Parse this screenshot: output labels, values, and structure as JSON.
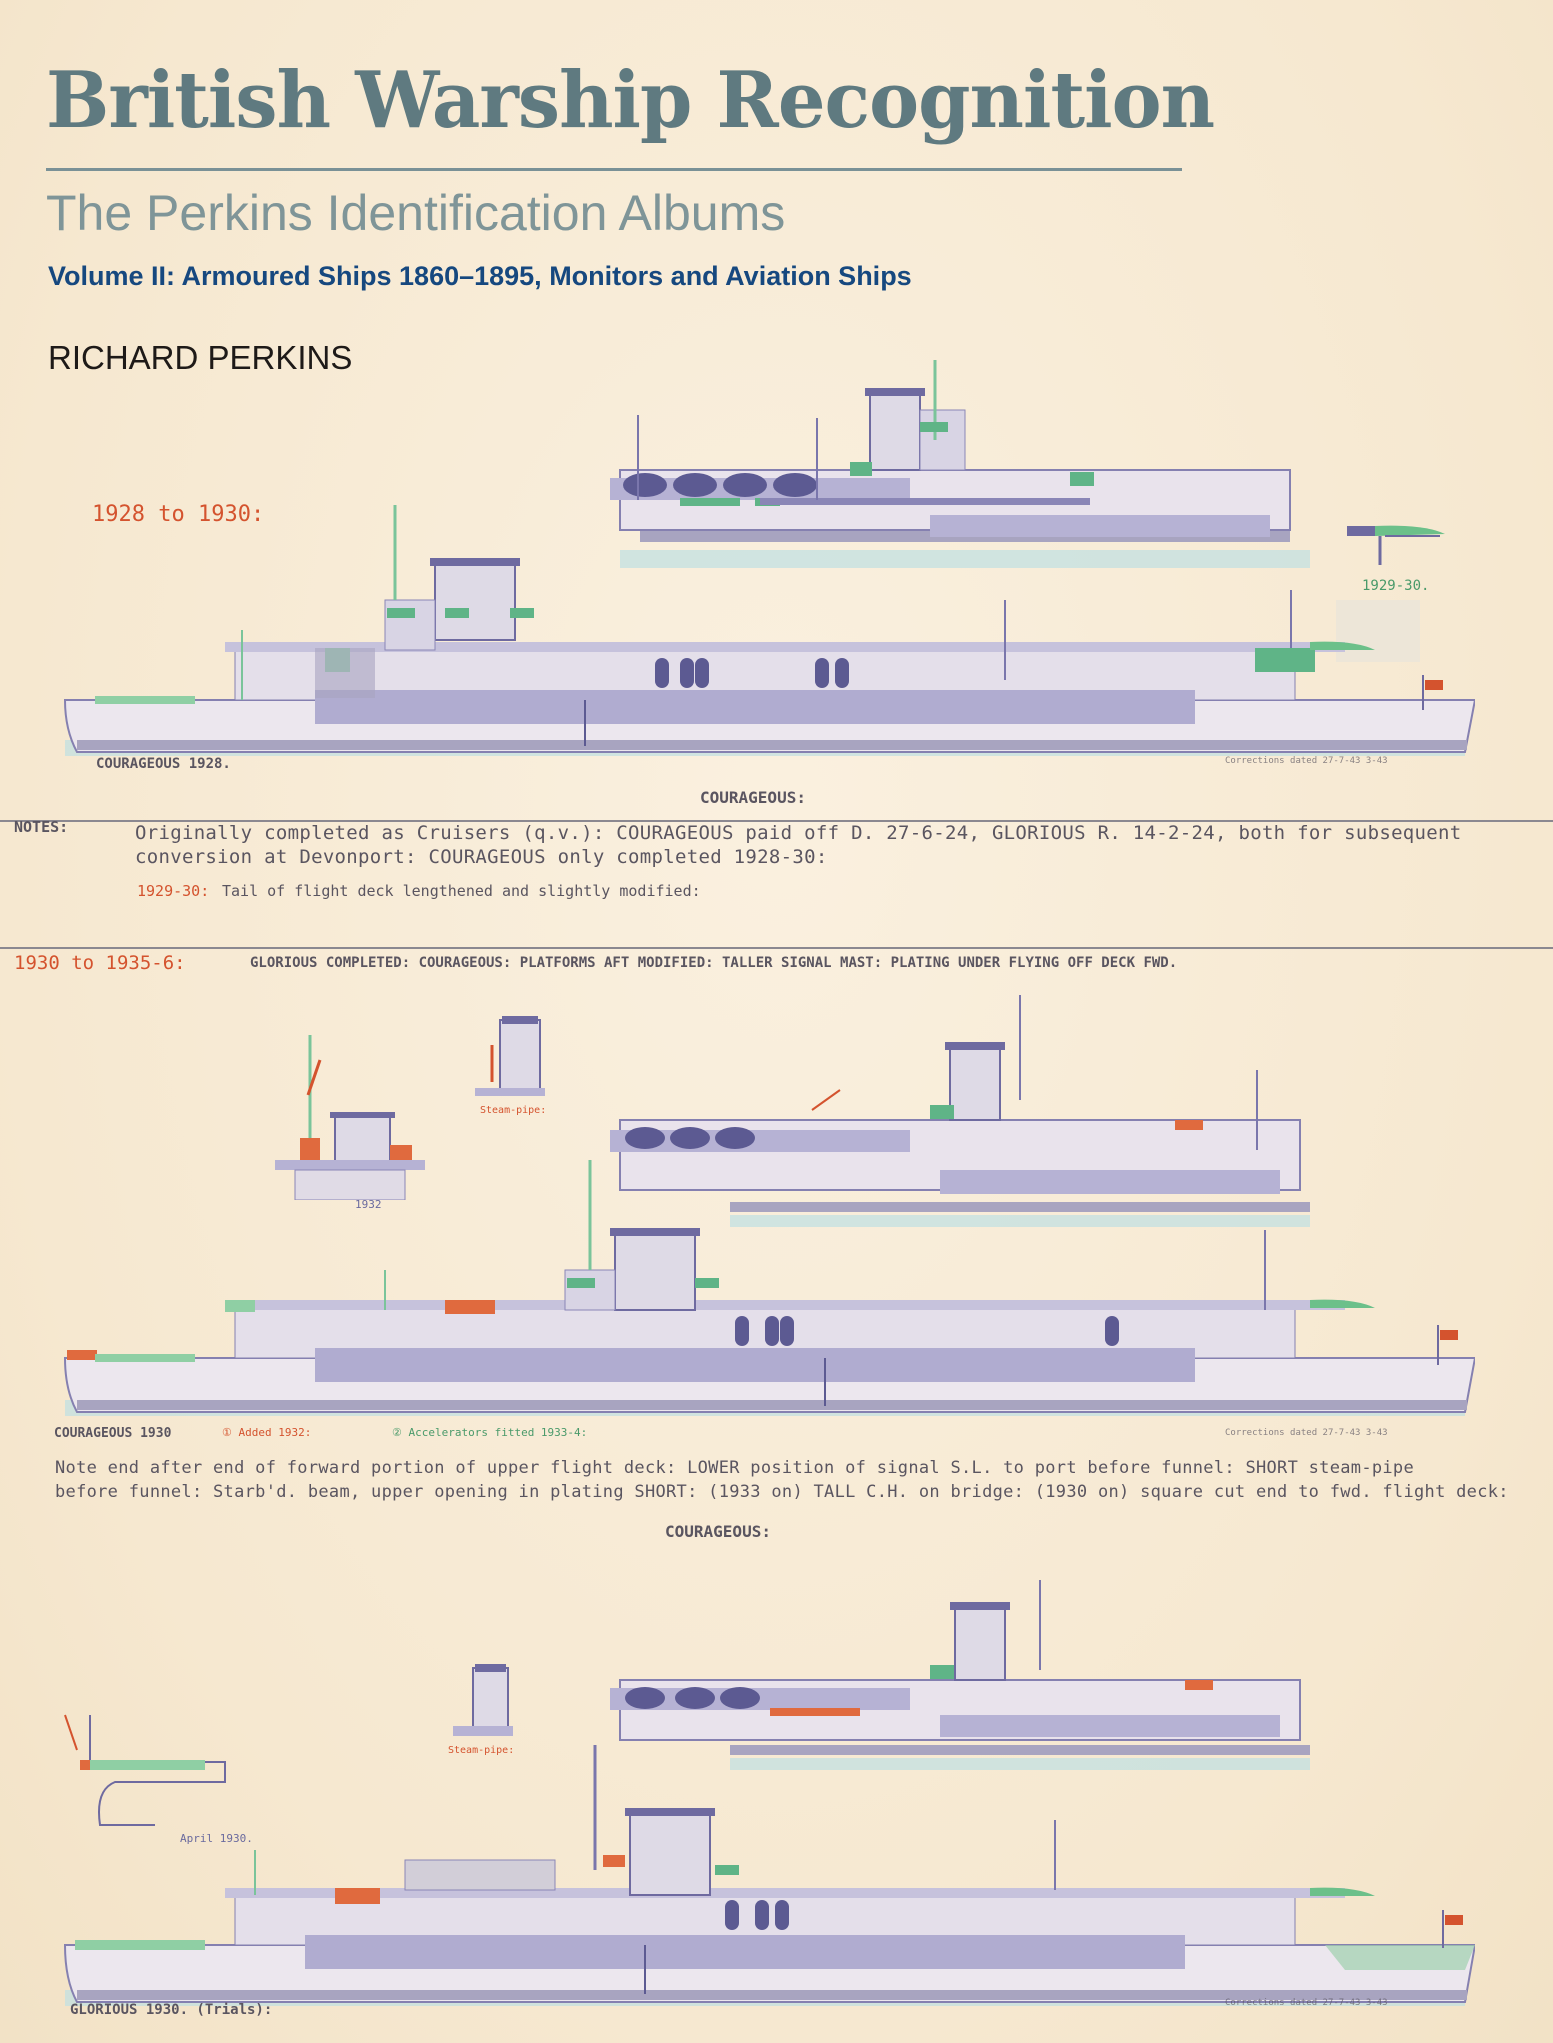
{
  "cover": {
    "title": "British Warship Recognition",
    "subtitle": "The Perkins Identification Albums",
    "volume": "Volume II: Armoured Ships 1860–1895, Monitors and Aviation Ships",
    "author": "RICHARD PERKINS",
    "colors": {
      "title": "#5f7a80",
      "subtitle": "#7f9598",
      "volume": "#16487f",
      "author": "#1e1a18",
      "paper": "#f7ebd6",
      "pencil_blue": "#6a6a9e",
      "pencil_green": "#6cc08a",
      "pencil_red": "#d4532e",
      "sea": "#b9dde0"
    }
  },
  "plate1": {
    "period_label": "1928 to 1930:",
    "ship_caption": "COURAGEOUS 1928.",
    "detail_caption": "1929-30.",
    "class_heading": "COURAGEOUS:",
    "small_note": "Corrections dated 27-7-43 3-43",
    "notes_label": "NOTES:",
    "notes_lines": [
      "Originally completed as Cruisers (q.v.): COURAGEOUS paid off D. 27-6-24, GLORIOUS R. 14-2-24, both for subsequent",
      "conversion at Devonport: COURAGEOUS only completed 1928-30:"
    ],
    "modification_year": "1929-30:",
    "modification_text": "Tail of flight deck lengthened and slightly modified:"
  },
  "plate2": {
    "period_label": "1930 to 1935-6:",
    "period_text": "GLORIOUS COMPLETED: COURAGEOUS: PLATFORMS AFT MODIFIED: TALLER SIGNAL MAST: PLATING UNDER FLYING OFF DECK FWD.",
    "detail1_caption": "1932",
    "detail2_caption": "Steam-pipe:",
    "ship_caption": "COURAGEOUS 1930",
    "annotation1": "① Added 1932:",
    "annotation2": "② Accelerators fitted 1933-4:",
    "small_note": "Corrections dated 27-7-43 3-43",
    "notes_lines": [
      "Note end after end of forward portion of upper flight deck: LOWER position of signal S.L. to port before funnel: SHORT steam-pipe",
      "before funnel: Starb'd. beam, upper opening in plating SHORT: (1933 on) TALL C.H. on bridge: (1930 on) square cut end to fwd. flight deck:"
    ],
    "class_heading": "COURAGEOUS:"
  },
  "plate3": {
    "detail1_caption": "April 1930.",
    "detail2_caption": "Steam-pipe:",
    "ship_caption": "GLORIOUS 1930. (Trials):",
    "small_note": "Corrections dated 27-7-43 3-43"
  }
}
